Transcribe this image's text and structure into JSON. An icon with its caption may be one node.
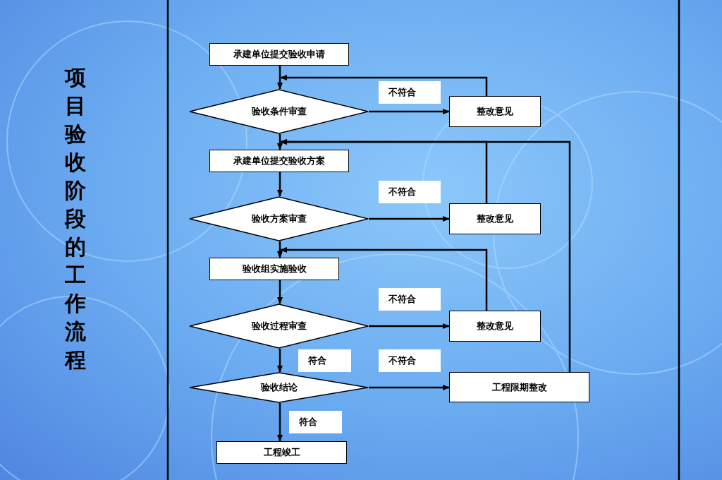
{
  "diagram": {
    "title": "项目验收阶段的工作流程",
    "nodes": [
      {
        "text": [
          "承建单位提交验收申请"
        ]
      },
      {
        "text": [
          "验收条件审查"
        ]
      },
      {
        "text": [
          "整改意见"
        ]
      },
      {
        "text": [
          "承建单位提交验收方案"
        ]
      },
      {
        "text": [
          "验收方案审查"
        ]
      },
      {
        "text": [
          "整改意见"
        ]
      },
      {
        "text": [
          "验收组实施验收"
        ]
      },
      {
        "text": [
          "验收过程审查"
        ]
      },
      {
        "text": [
          "整改意见"
        ]
      },
      {
        "text": [
          "验收结论"
        ]
      },
      {
        "text": [
          "工程限期整改"
        ]
      },
      {
        "text": [
          "工程竣工"
        ]
      }
    ],
    "edges": [
      {
        "from": 0,
        "to": 1,
        "arrow": "to"
      },
      {
        "from": 1,
        "to": 2,
        "arrow": "to",
        "label": "不符合"
      },
      {
        "from": 2,
        "to": 1,
        "arrow": "to"
      },
      {
        "from": 1,
        "to": 3,
        "arrow": "to"
      },
      {
        "from": 3,
        "to": 4,
        "arrow": "to"
      },
      {
        "from": 4,
        "to": 5,
        "arrow": "to",
        "label": "不符合"
      },
      {
        "from": 5,
        "to": 3,
        "arrow": "to"
      },
      {
        "from": 10,
        "to": 3,
        "arrow": "to"
      },
      {
        "from": 4,
        "to": 6,
        "arrow": "to"
      },
      {
        "from": 6,
        "to": 7,
        "arrow": "to"
      },
      {
        "from": 7,
        "to": 8,
        "arrow": "to",
        "label": "不符合"
      },
      {
        "from": 8,
        "to": 6,
        "arrow": "to"
      },
      {
        "from": 7,
        "to": 9,
        "arrow": "to",
        "label": "符合"
      },
      {
        "from": 9,
        "to": 10,
        "arrow": "to",
        "label": "不符合"
      },
      {
        "from": 9,
        "to": 11,
        "arrow": "to",
        "label": "符合"
      }
    ]
  }
}
